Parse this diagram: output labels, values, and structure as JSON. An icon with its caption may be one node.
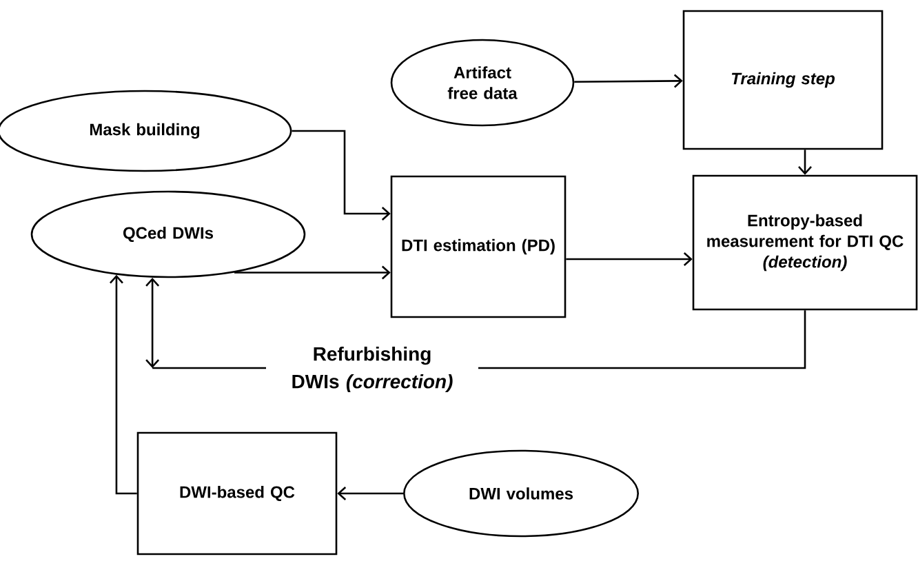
{
  "diagram": {
    "nodes": [
      {
        "text": [
          "Artifact free data"
        ]
      },
      {
        "text": [
          "Training step"
        ]
      },
      {
        "text": [
          "Mask building"
        ]
      },
      {
        "text": [
          "QCed DWIs"
        ]
      },
      {
        "text": [
          "DTI estimation (PD)"
        ]
      },
      {
        "text": [
          "Entropy-based measurement for DTI QC",
          "(detection)"
        ]
      },
      {
        "text": [
          "DWI-based QC"
        ]
      },
      {
        "text": [
          "DWI volumes"
        ]
      }
    ],
    "edges": [
      {
        "from": 0,
        "to": 1,
        "arrow": "to"
      },
      {
        "from": 1,
        "to": 5,
        "arrow": "to"
      },
      {
        "from": 2,
        "to": 4,
        "arrow": "to"
      },
      {
        "from": 3,
        "to": 4,
        "arrow": "to"
      },
      {
        "from": 4,
        "to": 5,
        "arrow": "to"
      },
      {
        "from": 5,
        "to": 3,
        "arrow": "to",
        "label": "Refurbishing DWIs *(correction)*"
      },
      {
        "from": 7,
        "to": 6,
        "arrow": "to"
      },
      {
        "from": 6,
        "to": 3,
        "arrow": "to"
      }
    ]
  }
}
